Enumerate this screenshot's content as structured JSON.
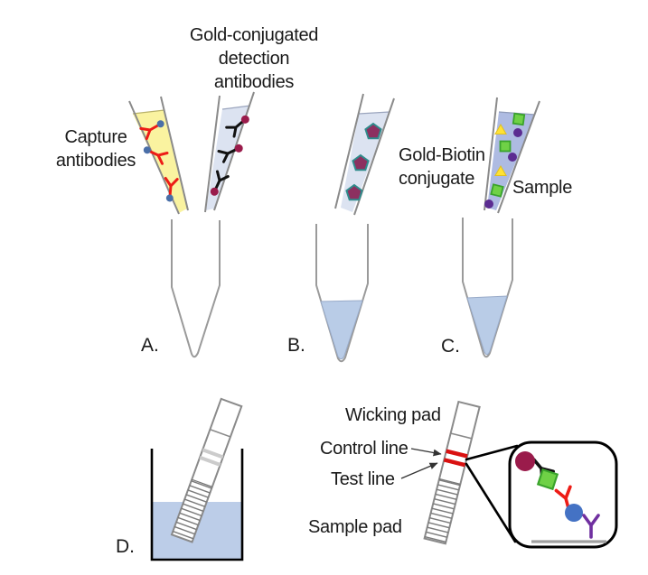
{
  "figure": {
    "title": [
      "Gold-conjugated",
      "detection",
      "antibodies"
    ],
    "capture": [
      "Capture",
      "antibodies"
    ],
    "gold_biotin": [
      "Gold-Biotin",
      "conjugate"
    ],
    "sample": "Sample",
    "wicking_pad": "Wicking pad",
    "control_line": "Control line",
    "test_line": "Test line",
    "sample_pad": "Sample pad",
    "steps": {
      "a": "A.",
      "b": "B.",
      "c": "C.",
      "d": "D."
    }
  },
  "colors": {
    "capture_tip_fill": "#FAF3A0",
    "detection_tip_fill": "#DCE3F1",
    "conjugate_tip_fill": "#DCE3F1",
    "sample_tip_fill": "#AEBBE2",
    "tube_liquid": "#B9CCE7",
    "beaker_liquid": "#BCCDE8",
    "capture_antibody_red": "#ED1C16",
    "detection_antibody_black": "#111111",
    "gold_maroon": "#9A1B4B",
    "biotin_blue": "#4A6FA8",
    "pentagon_fill": "#8C3060",
    "pentagon_stroke": "#2F8C8C",
    "analyte_green": "#6FD146",
    "analyte_green_stroke": "#3AA32C",
    "sample_purple": "#5B2C91",
    "sample_yellow": "#FFE235",
    "streptavidin_blue": "#4472C4",
    "inset_purple": "#7030A0",
    "test_line_red": "#D91111"
  }
}
